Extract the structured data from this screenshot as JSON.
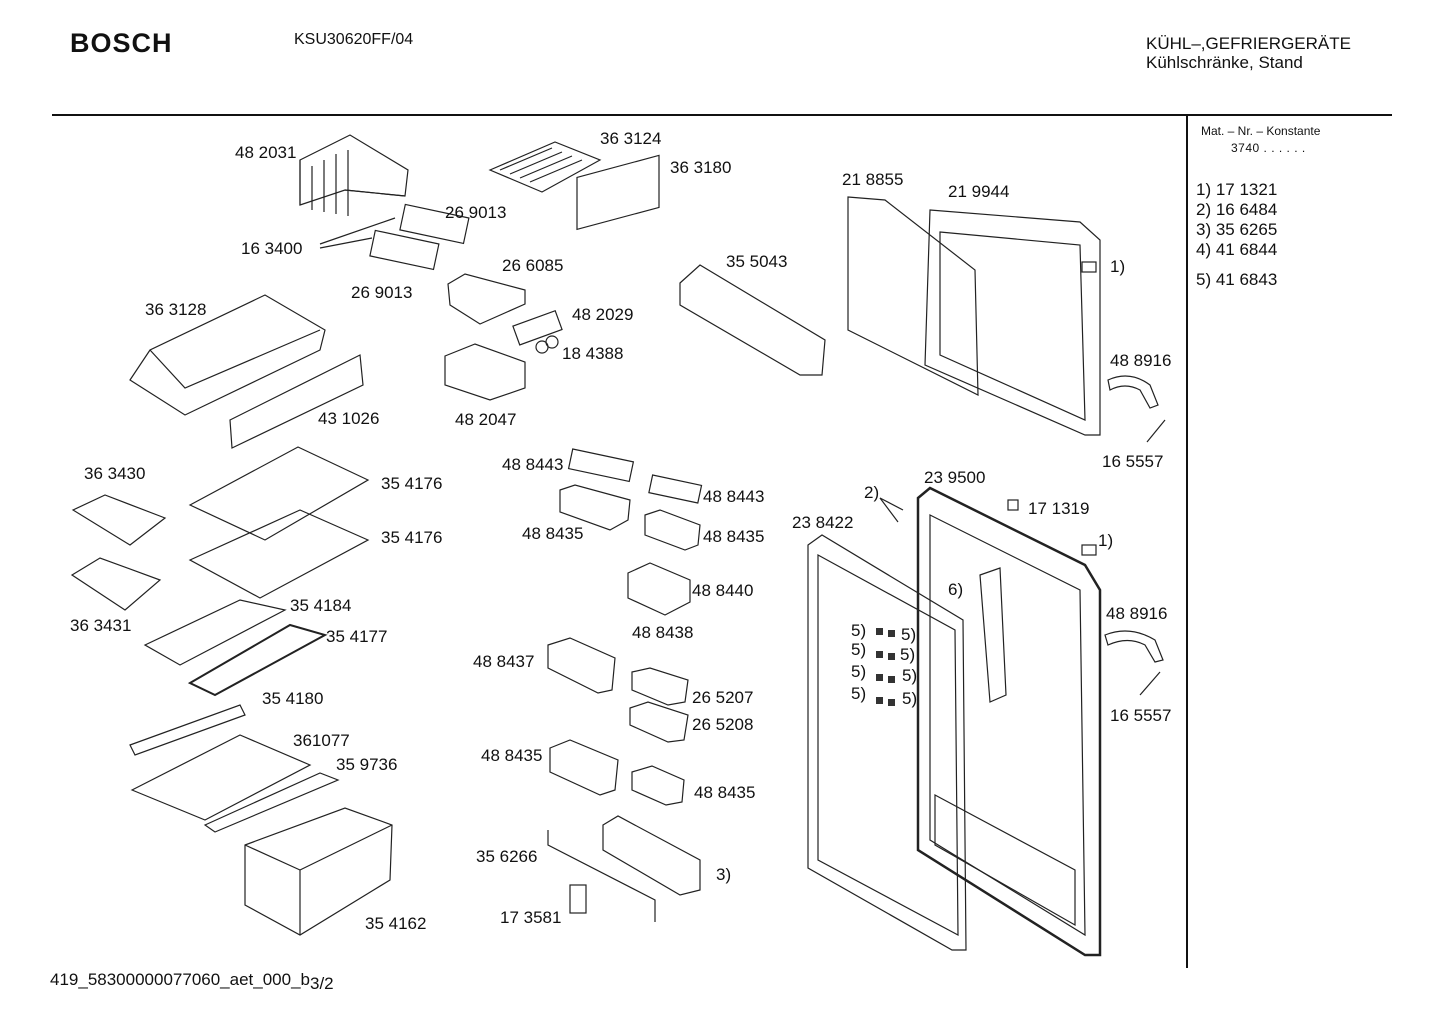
{
  "header": {
    "brand": "BOSCH",
    "model": "KSU30620FF/04",
    "category_line1": "KÜHL–,GEFRIERGERÄTE",
    "category_line2": "Kühlschränke, Stand"
  },
  "sidebar": {
    "heading": "Mat. – Nr. – Konstante",
    "value": "3740  .  .   .  .  .  .",
    "items": [
      "1) 17 1321",
      "2) 16 6484",
      "3) 35 6265",
      "4) 41 6844",
      "5) 41 6843"
    ]
  },
  "footer": {
    "doc_id": "419_58300000077060_aet_000_b",
    "page": "3/2"
  },
  "part_labels": [
    {
      "id": "p1",
      "text": "48 2031"
    },
    {
      "id": "p2",
      "text": "36 3124"
    },
    {
      "id": "p3",
      "text": "36 3180"
    },
    {
      "id": "p4",
      "text": "26 9013"
    },
    {
      "id": "p5",
      "text": "16 3400"
    },
    {
      "id": "p6",
      "text": "26 6085"
    },
    {
      "id": "p7",
      "text": "26 9013"
    },
    {
      "id": "p8",
      "text": "36 3128"
    },
    {
      "id": "p9",
      "text": "48 2029"
    },
    {
      "id": "p10",
      "text": "18 4388"
    },
    {
      "id": "p11",
      "text": "43 1026"
    },
    {
      "id": "p12",
      "text": "48 2047"
    },
    {
      "id": "p13",
      "text": "35 5043"
    },
    {
      "id": "p14",
      "text": "21 8855"
    },
    {
      "id": "p15",
      "text": "21 9944"
    },
    {
      "id": "p16",
      "text": "1)"
    },
    {
      "id": "p17",
      "text": "48 8916"
    },
    {
      "id": "p18",
      "text": "16 5557"
    },
    {
      "id": "p19",
      "text": "36 3430"
    },
    {
      "id": "p20",
      "text": "35 4176"
    },
    {
      "id": "p21",
      "text": "35 4176"
    },
    {
      "id": "p22",
      "text": "48 8443"
    },
    {
      "id": "p23",
      "text": "48 8443"
    },
    {
      "id": "p24",
      "text": "48 8435"
    },
    {
      "id": "p25",
      "text": "48 8435"
    },
    {
      "id": "p26",
      "text": "23 9500"
    },
    {
      "id": "p27",
      "text": "2)"
    },
    {
      "id": "p28",
      "text": "17 1319"
    },
    {
      "id": "p29",
      "text": "23 8422"
    },
    {
      "id": "p30",
      "text": "1)"
    },
    {
      "id": "p31",
      "text": "36 3431"
    },
    {
      "id": "p32",
      "text": "35 4184"
    },
    {
      "id": "p33",
      "text": "35 4177"
    },
    {
      "id": "p34",
      "text": "48 8440"
    },
    {
      "id": "p35",
      "text": "6)"
    },
    {
      "id": "p36",
      "text": "48 8438"
    },
    {
      "id": "p37",
      "text": "48 8916"
    },
    {
      "id": "p38",
      "text": "5)"
    },
    {
      "id": "p39",
      "text": "5)"
    },
    {
      "id": "p40",
      "text": "5)"
    },
    {
      "id": "p41",
      "text": "5)"
    },
    {
      "id": "p42",
      "text": "5)"
    },
    {
      "id": "p43",
      "text": "5)"
    },
    {
      "id": "p44",
      "text": "5)"
    },
    {
      "id": "p45",
      "text": "5)"
    },
    {
      "id": "p46",
      "text": "48 8437"
    },
    {
      "id": "p47",
      "text": "35 4180"
    },
    {
      "id": "p48",
      "text": "26 5207"
    },
    {
      "id": "p49",
      "text": "16 5557"
    },
    {
      "id": "p50",
      "text": "26 5208"
    },
    {
      "id": "p51",
      "text": "361077"
    },
    {
      "id": "p52",
      "text": "35 9736"
    },
    {
      "id": "p53",
      "text": "48 8435"
    },
    {
      "id": "p54",
      "text": "48 8435"
    },
    {
      "id": "p55",
      "text": "35 6266"
    },
    {
      "id": "p56",
      "text": "3)"
    },
    {
      "id": "p57",
      "text": "17 3581"
    },
    {
      "id": "p58",
      "text": "35 4162"
    }
  ]
}
